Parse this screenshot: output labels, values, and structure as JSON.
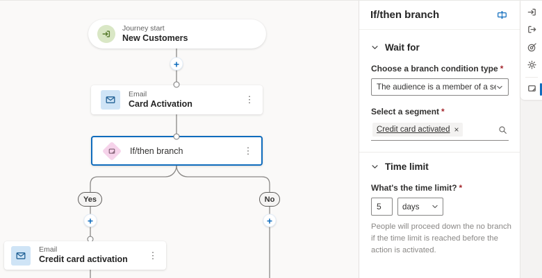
{
  "icons": {
    "more": "⋮",
    "plus": "+",
    "close": "×"
  },
  "required_marker": "*",
  "canvas": {
    "journey_start": {
      "kind": "Journey start",
      "title": "New Customers"
    },
    "card_activation": {
      "kind": "Email",
      "title": "Card Activation"
    },
    "ifthen": {
      "title": "If/then branch"
    },
    "branch_yes": "Yes",
    "branch_no": "No",
    "credit_card_activation": {
      "kind": "Email",
      "title": "Credit card activation"
    }
  },
  "panel": {
    "title": "If/then branch",
    "wait_for": {
      "heading": "Wait for",
      "condition_label": "Choose a branch condition type",
      "condition_value": "The audience is a member of a segment",
      "segment_label": "Select a segment",
      "segment_tag": "Credit card activated"
    },
    "time_limit": {
      "heading": "Time limit",
      "question": "What's the time limit?",
      "value": "5",
      "unit": "days",
      "help": "People will proceed down the no branch if the time limit is reached before the action is activated."
    }
  },
  "rail": {
    "items": [
      "entry",
      "exit",
      "goal",
      "settings",
      "branch"
    ],
    "selected": "branch"
  },
  "colors": {
    "accent": "#0f6cbd",
    "canvas_bg": "#faf9f8",
    "line": "#8a8886",
    "required": "#a4262c",
    "start_icon_bg": "#d9e7c5",
    "email_icon_bg": "#cfe4f6",
    "branch_icon_bg": "#f6d3ea"
  }
}
